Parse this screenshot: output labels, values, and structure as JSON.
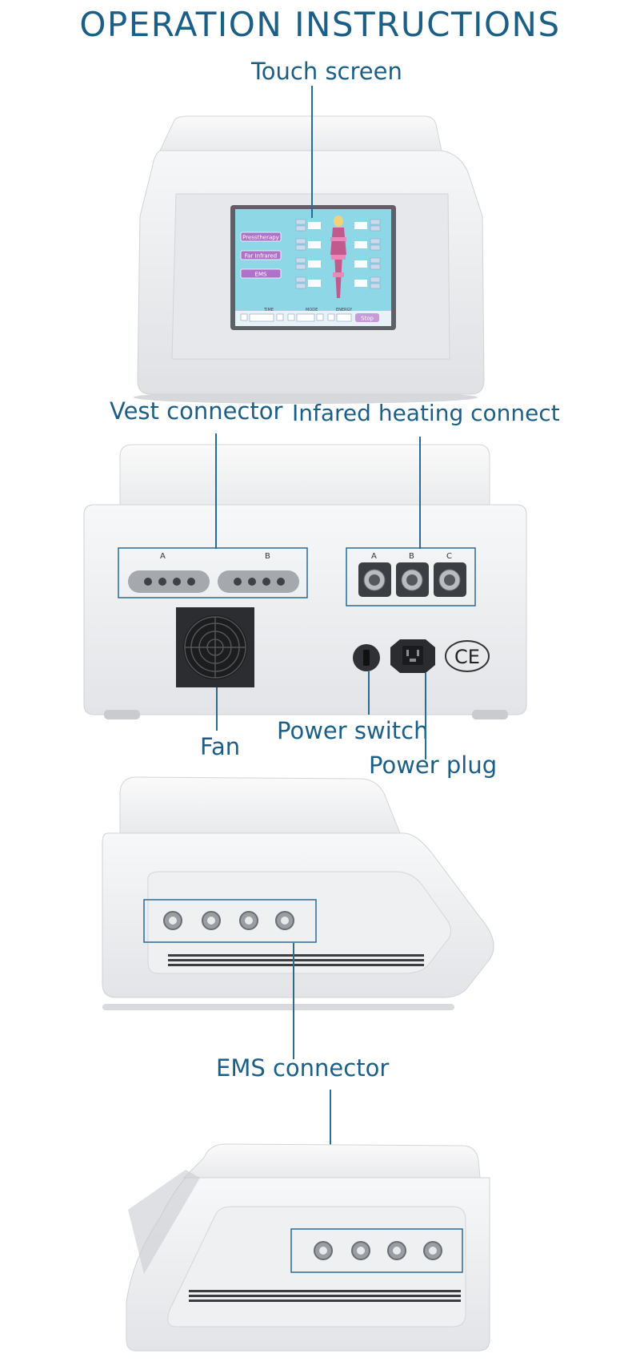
{
  "title": "OPERATION INSTRUCTIONS",
  "labels": {
    "touch_screen": "Touch screen",
    "vest_connector": "Vest connector",
    "infrared_heating": "Infared heating connect",
    "fan": "Fan",
    "power_switch": "Power switch",
    "power_plug": "Power plug",
    "ems_connector": "EMS connector"
  },
  "screen": {
    "buttons": [
      "Presstherapy",
      "Far Infrared",
      "EMS"
    ],
    "footer": [
      "TIME",
      "MODE",
      "ENERGY"
    ],
    "stop": "Stop"
  },
  "port_letters": {
    "vest": [
      "A",
      "B"
    ],
    "heating": [
      "A",
      "B",
      "C"
    ]
  },
  "ce_mark": "CE",
  "colors": {
    "accent": "#1c5f86",
    "device_white": "#eeeff1",
    "screen_purple": "#b072c9"
  }
}
